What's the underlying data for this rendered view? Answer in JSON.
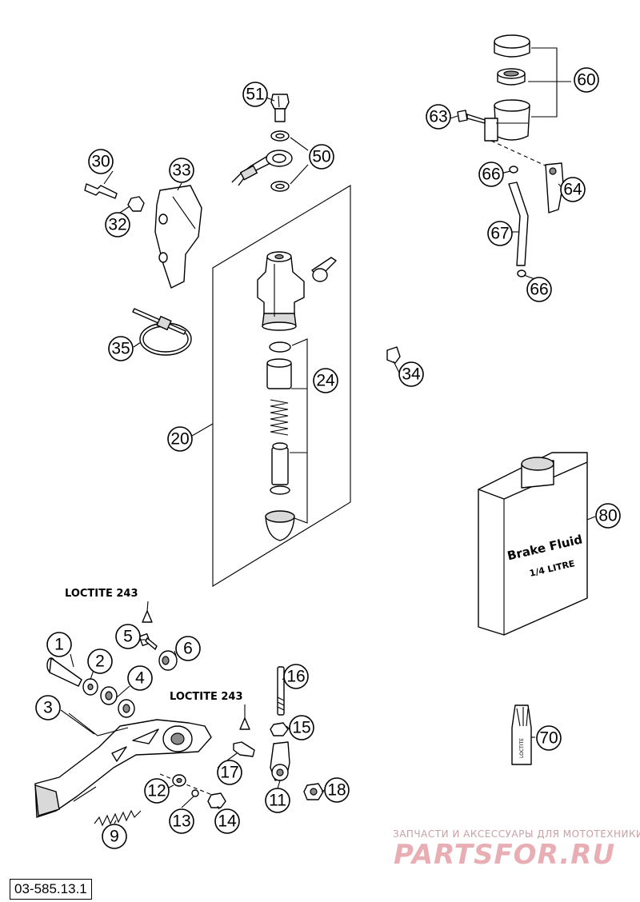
{
  "drawing_code": "03-585.13.1",
  "notes": {
    "loctite_upper": "LOCTITE 243",
    "loctite_lower": "LOCTITE 243"
  },
  "callouts": {
    "c1": "1",
    "c2": "2",
    "c3": "3",
    "c4": "4",
    "c5": "5",
    "c6": "6",
    "c9": "9",
    "c11": "11",
    "c12": "12",
    "c13": "13",
    "c14": "14",
    "c15": "15",
    "c16": "16",
    "c17": "17",
    "c18": "18",
    "c20": "20",
    "c24": "24",
    "c30": "30",
    "c32": "32",
    "c33": "33",
    "c34": "34",
    "c35": "35",
    "c50": "50",
    "c51": "51",
    "c60": "60",
    "c63": "63",
    "c64": "64",
    "c66a": "66",
    "c66b": "66",
    "c67": "67",
    "c70": "70",
    "c80": "80"
  },
  "can_label": {
    "line1": "Brake Fluid",
    "line2": "1/4 LITRE"
  },
  "tube_label": "LOCTITE",
  "watermark": {
    "tagline": "ЗАПЧАСТИ И АКСЕССУАРЫ ДЛЯ МОТОТЕХНИКИ",
    "logo": "PARTSFOR.RU"
  }
}
